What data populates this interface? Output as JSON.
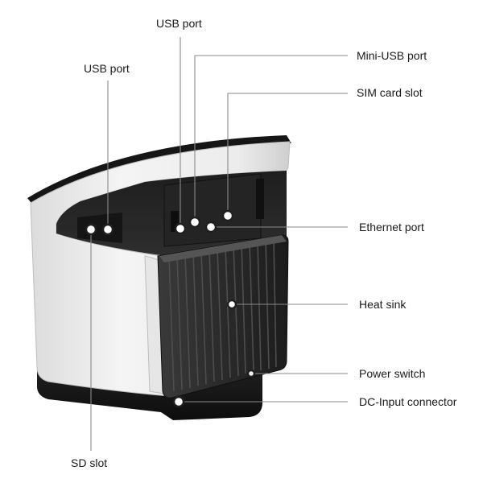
{
  "diagram": {
    "labels": {
      "usb_port_top": "USB port",
      "usb_port_left": "USB port",
      "mini_usb_port": "Mini-USB port",
      "sim_card_slot": "SIM card slot",
      "ethernet_port": "Ethernet port",
      "heat_sink": "Heat sink",
      "power_switch": "Power switch",
      "dc_input_connector": "DC-Input connector",
      "sd_slot": "SD slot"
    }
  }
}
